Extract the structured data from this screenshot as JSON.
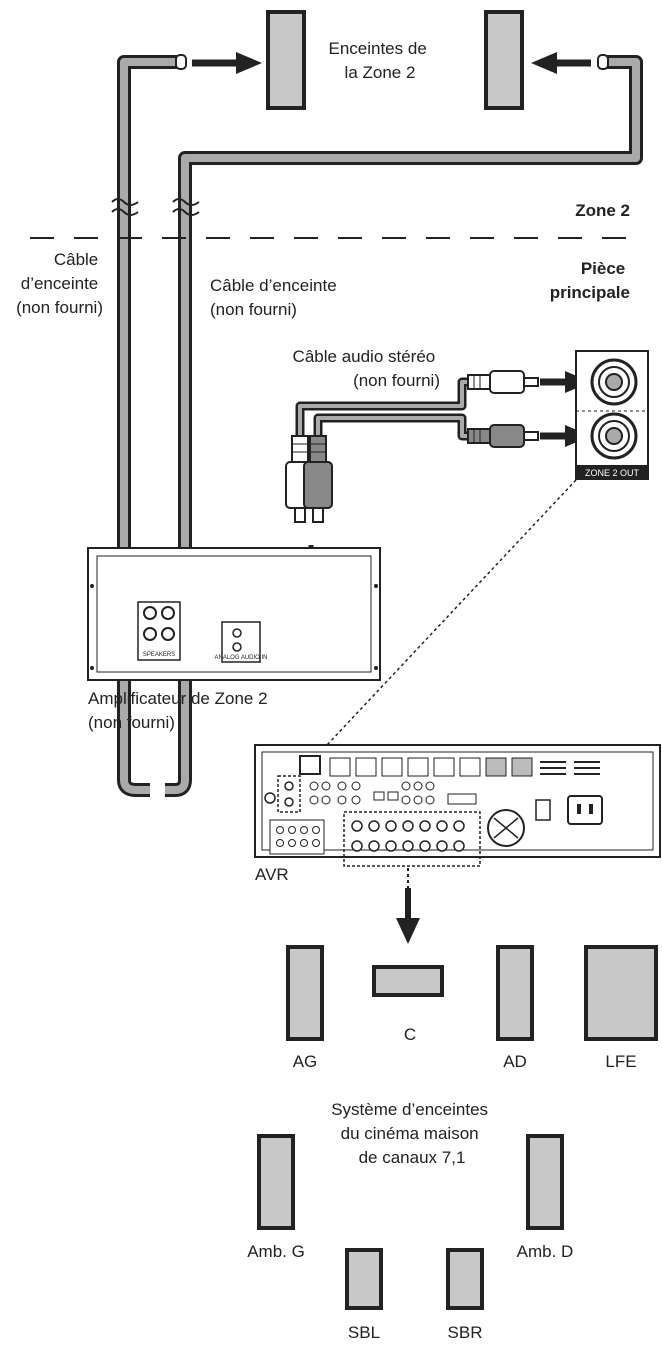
{
  "labels": {
    "zone2_speakers": [
      "Enceintes de",
      "la Zone 2"
    ],
    "zone2": "Zone 2",
    "main_room": [
      "Pièce",
      "principale"
    ],
    "cable_left": [
      "Câble",
      "d’enceinte",
      "(non fourni)"
    ],
    "cable_right": [
      "Câble d’enceinte",
      "(non fourni)"
    ],
    "audio_cable": [
      "Câble audio stéréo",
      "(non fourni)"
    ],
    "zone2_out": "ZONE 2 OUT",
    "amp": [
      "Amplificateur de Zone 2",
      "(non fourni)"
    ],
    "amp_speakers": "SPEAKERS",
    "amp_analog_audio_in": "ANALOG AUDIO IN",
    "avr": "AVR",
    "system": [
      "Système d’enceintes",
      "du cinéma maison",
      "de canaux 7,1"
    ]
  },
  "speakers": {
    "fl": "AG",
    "c": "C",
    "fr": "AD",
    "lfe": "LFE",
    "sl": "Amb. G",
    "sr": "Amb. D",
    "sbl": "SBL",
    "sbr": "SBR"
  },
  "colors": {
    "cable_fill": "#aaaaaa",
    "speaker_fill": "#c8c8c8",
    "line": "#222222"
  }
}
